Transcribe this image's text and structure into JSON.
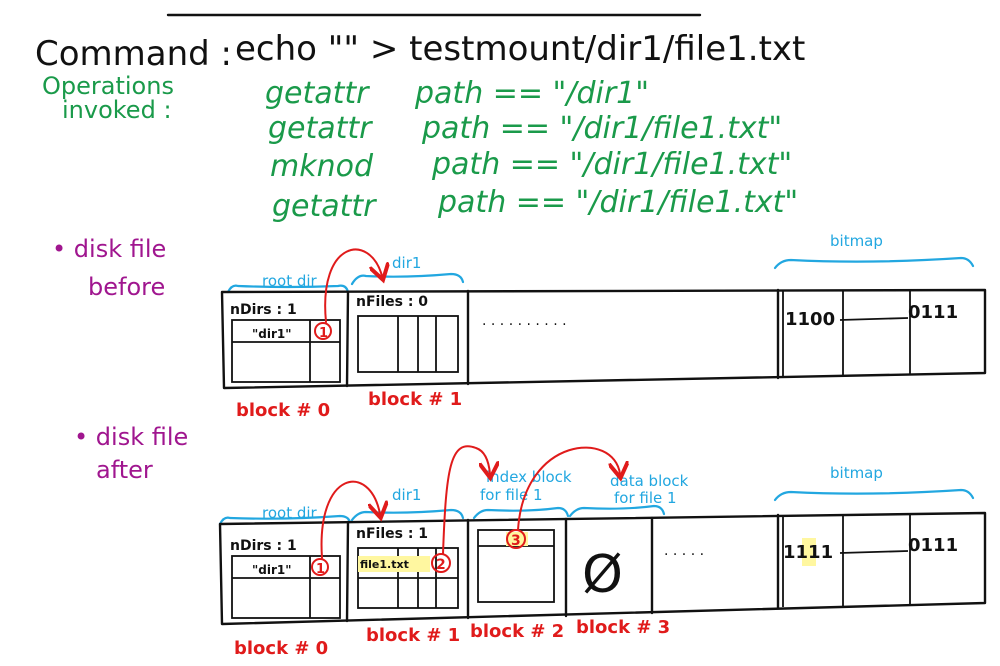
{
  "command": {
    "label": "Command :",
    "text": "echo \"\" > testmount/dir1/file1.txt"
  },
  "operations": {
    "label_line1": "Operations",
    "label_line2": "invoked :",
    "items": [
      {
        "op": "getattr",
        "arg": "path == \"/dir1\""
      },
      {
        "op": "getattr",
        "arg": "path == \"/dir1/file1.txt\""
      },
      {
        "op": "mknod",
        "arg": "path == \"/dir1/file1.txt\""
      },
      {
        "op": "getattr",
        "arg": "path == \"/dir1/file1.txt\""
      }
    ]
  },
  "before": {
    "label_line1": "• disk file",
    "label_line2": "before",
    "root_dir_label": "root dir",
    "dir1_label": "dir1",
    "bitmap_label": "bitmap",
    "root_count": "nDirs : 1",
    "root_entry": "\"dir1\"",
    "root_entry_ptr": "1",
    "dir1_count": "nFiles : 0",
    "dots": ". . . . . . . . . .",
    "bitmap_start": "1100",
    "bitmap_end": "0111",
    "block_labels": [
      "block # 0",
      "block # 1"
    ]
  },
  "after": {
    "label_line1": "• disk file",
    "label_line2": "after",
    "root_dir_label": "root dir",
    "dir1_label": "dir1",
    "index_label_line1": "index block",
    "index_label_line2": "for file 1",
    "data_label_line1": "data block",
    "data_label_line2": "for file 1",
    "bitmap_label": "bitmap",
    "root_count": "nDirs : 1",
    "root_entry": "\"dir1\"",
    "root_entry_ptr": "1",
    "dir1_count": "nFiles : 1",
    "dir1_entry": "file1.txt",
    "dir1_entry_ptr": "2",
    "index_ptr": "3",
    "empty_symbol": "Ø",
    "dots": ". . . . .",
    "bitmap_start": "1111",
    "bitmap_end": "0111",
    "block_labels": [
      "block # 0",
      "block # 1",
      "block # 2",
      "block # 3"
    ]
  }
}
